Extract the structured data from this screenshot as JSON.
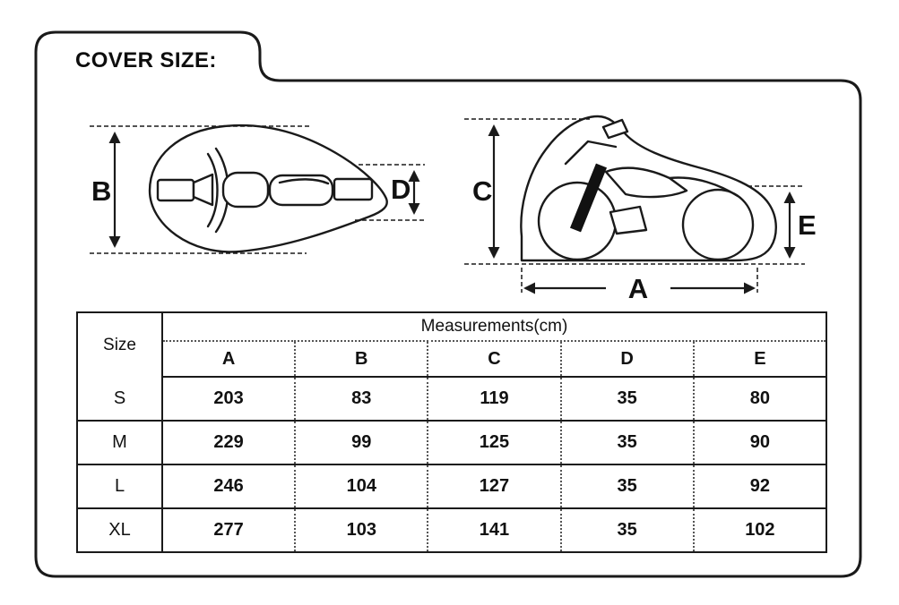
{
  "title": "COVER SIZE:",
  "diagrams": {
    "top_view": {
      "labels": {
        "b": "B",
        "d": "D"
      }
    },
    "side_view": {
      "labels": {
        "c": "C",
        "e": "E",
        "a": "A"
      }
    }
  },
  "table": {
    "size_header": "Size",
    "measurements_header": "Measurements(cm)",
    "columns": [
      "A",
      "B",
      "C",
      "D",
      "E"
    ],
    "rows": [
      {
        "size": "S",
        "values": [
          "203",
          "83",
          "119",
          "35",
          "80"
        ]
      },
      {
        "size": "M",
        "values": [
          "229",
          "99",
          "125",
          "35",
          "90"
        ]
      },
      {
        "size": "L",
        "values": [
          "246",
          "104",
          "127",
          "35",
          "92"
        ]
      },
      {
        "size": "XL",
        "values": [
          "277",
          "103",
          "141",
          "35",
          "102"
        ]
      }
    ]
  },
  "colors": {
    "line": "#1a1a1a",
    "background": "#ffffff"
  }
}
